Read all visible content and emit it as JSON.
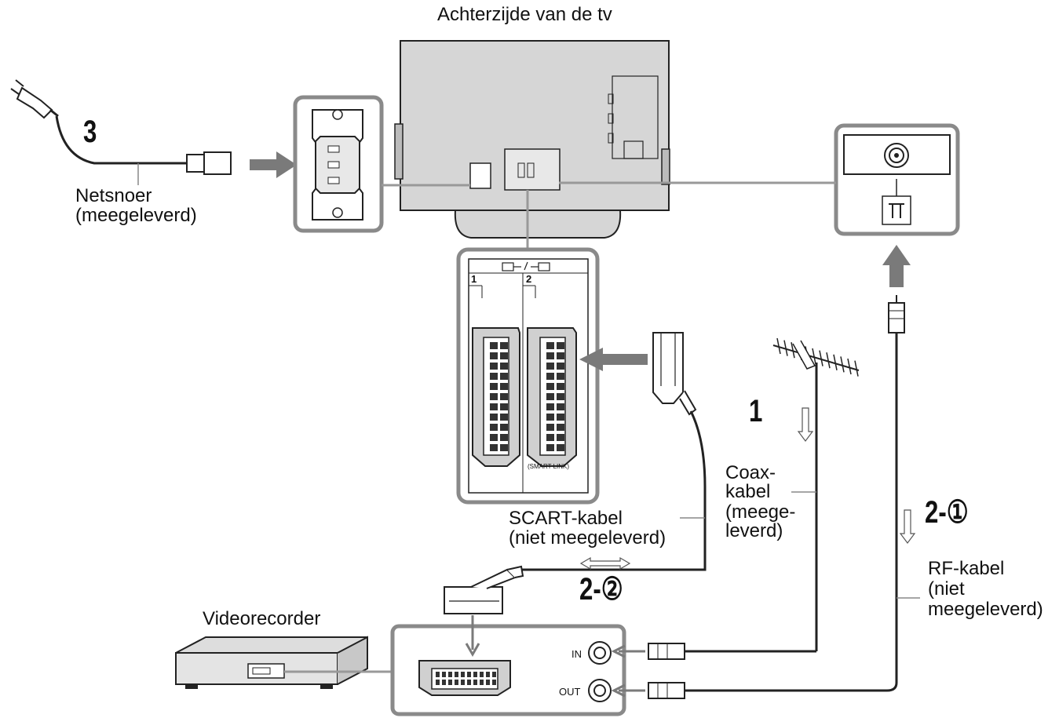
{
  "title": "Achterzijde van de tv",
  "labels": {
    "power_cord": [
      "Netsnoer",
      "(meegeleverd)"
    ],
    "scart_cable": [
      "SCART-kabel",
      "(niet meegeleverd)"
    ],
    "coax_cable": [
      "Coax-",
      "kabel",
      "(meege-",
      "leverd)"
    ],
    "rf_cable": [
      "RF-kabel",
      "(niet",
      "meegeleverd)"
    ],
    "vcr": "Videorecorder",
    "smart_link": "(SMART LINK)",
    "scart_port_1": "1",
    "scart_port_2": "2",
    "vcr_in": "IN",
    "vcr_out": "OUT"
  },
  "steps": {
    "antenna": "1",
    "rf": "2-①",
    "scart": "2-②",
    "power": "3"
  },
  "colors": {
    "tv_body": "#d4d4d4",
    "panel_border": "#8a8a8a",
    "arrow": "#7a7a7a",
    "line": "#222222"
  }
}
